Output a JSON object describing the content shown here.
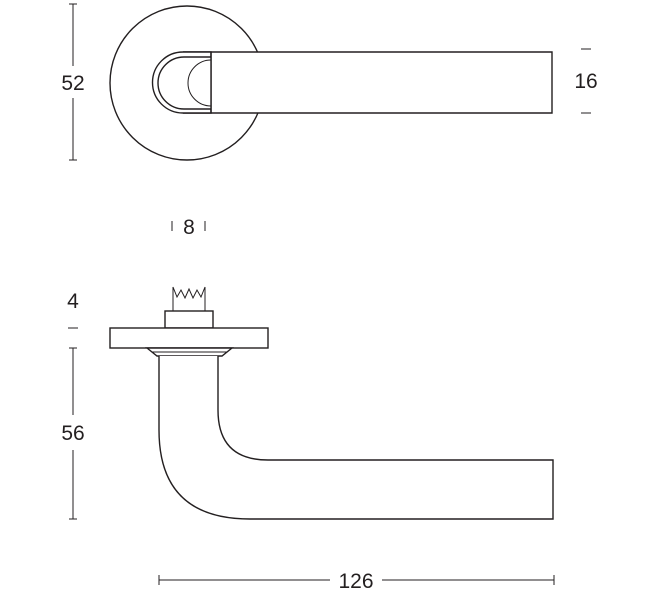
{
  "dimensions": {
    "rose_diameter": "52",
    "lever_width": "16",
    "spindle": "8",
    "rose_thickness": "4",
    "projection": "56",
    "length": "126"
  },
  "colors": {
    "line": "#231f20",
    "background": "#ffffff"
  }
}
